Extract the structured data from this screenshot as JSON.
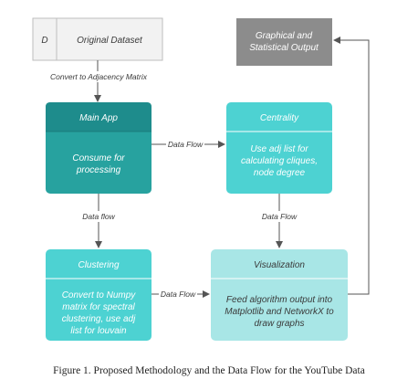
{
  "dataset": {
    "letter": "D",
    "label": "Original Dataset"
  },
  "output": {
    "line1": "Graphical and",
    "line2": "Statistical Output"
  },
  "main_app": {
    "title": "Main App",
    "body1": "Consume for",
    "body2": "processing"
  },
  "centrality": {
    "title": "Centrality",
    "body1": "Use adj list for",
    "body2": "calculating cliques,",
    "body3": "node degree"
  },
  "clustering": {
    "title": "Clustering",
    "body1": "Convert to Numpy",
    "body2": "matrix for spectral",
    "body3": "clustering, use adj",
    "body4": "list for louvain"
  },
  "visualization": {
    "title": "Visualization",
    "body1": "Feed algorithm output into",
    "body2": "Matplotlib and NetworkX to",
    "body3": "draw graphs"
  },
  "edges": {
    "convert": "Convert to Adjacency Matrix",
    "data_flow_caps": "Data Flow",
    "data_flow_lower": "Data flow"
  },
  "caption": "Figure 1.  Proposed Methodology and the Data Flow for the YouTube Data",
  "colors": {
    "dataset_fill": "#f2f2f2",
    "output_fill": "#8c8c8c",
    "main_app_header": "#1e8c8c",
    "main_app_body": "#27a29f",
    "centrality_fill": "#4dd2d2",
    "clustering_fill": "#4dd2d2",
    "visualization_fill": "#a8e6e6",
    "arrow": "#555555"
  }
}
